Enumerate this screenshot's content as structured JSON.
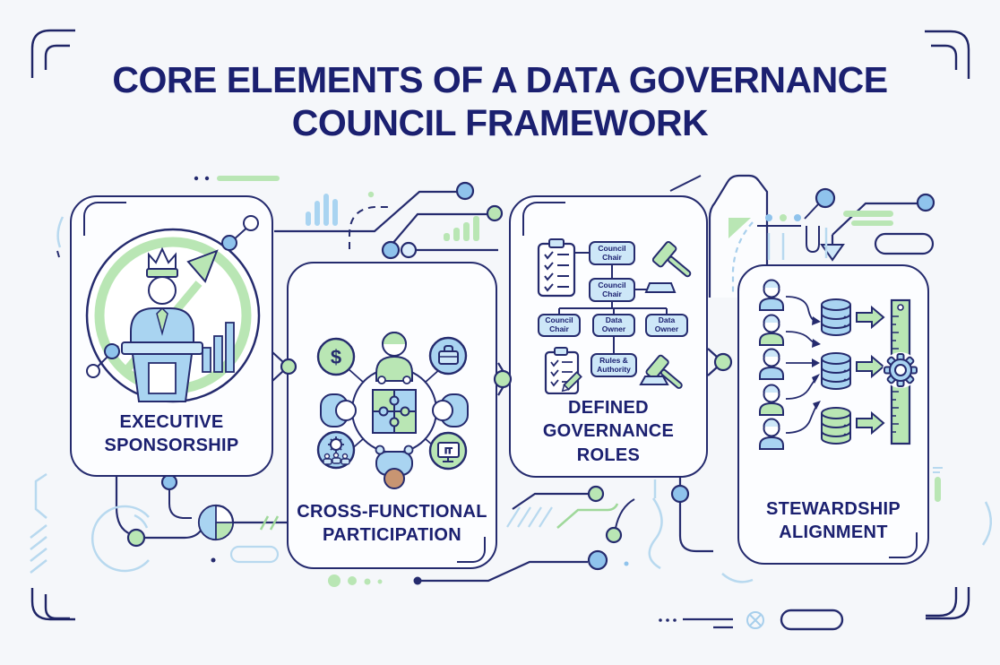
{
  "title": "CORE ELEMENTS OF A DATA GOVERNANCE COUNCIL FRAMEWORK",
  "colors": {
    "navy": "#252b6e",
    "title_navy": "#1b2070",
    "blue": "#a9d4f1",
    "pale_blue": "#cde7f8",
    "decor_blue": "#b8d9ef",
    "node_blue": "#8fc3ec",
    "green": "#b9e6b4",
    "decor_green": "#9fd89a",
    "tan": "#c89572",
    "background": "#f5f7fa",
    "panel_bg": "#fcfdff"
  },
  "icons": {
    "panel1": "crowned-leader-podium-growth-arrow-bar-chart-icon",
    "panel2": "team-around-puzzle-table-icon",
    "panel3": "org-chart-with-clipboards-and-gavels-icon",
    "panel4": "stewards-databases-ruler-gear-icon",
    "decor": "circuit-lines-nodes-bars-pie-brackets"
  },
  "panels": [
    {
      "id": "executive-sponsorship",
      "label": "EXECUTIVE SPONSORSHIP"
    },
    {
      "id": "cross-functional-participation",
      "label": "CROSS-FUNCTIONAL PARTICIPATION",
      "badges": {
        "dollar": "$",
        "it": "IT"
      }
    },
    {
      "id": "defined-governance-roles",
      "label": "DEFINED GOVERNANCE ROLES",
      "org_chart": {
        "root": "Council Chair",
        "deputy": "Council Chair",
        "row": [
          "Council Chair",
          "Data Owner",
          "Data Owner"
        ],
        "rules": "Rules & Authority"
      }
    },
    {
      "id": "stewardship-alignment",
      "label": "STEWARDSHIP ALIGNMENT"
    }
  ]
}
